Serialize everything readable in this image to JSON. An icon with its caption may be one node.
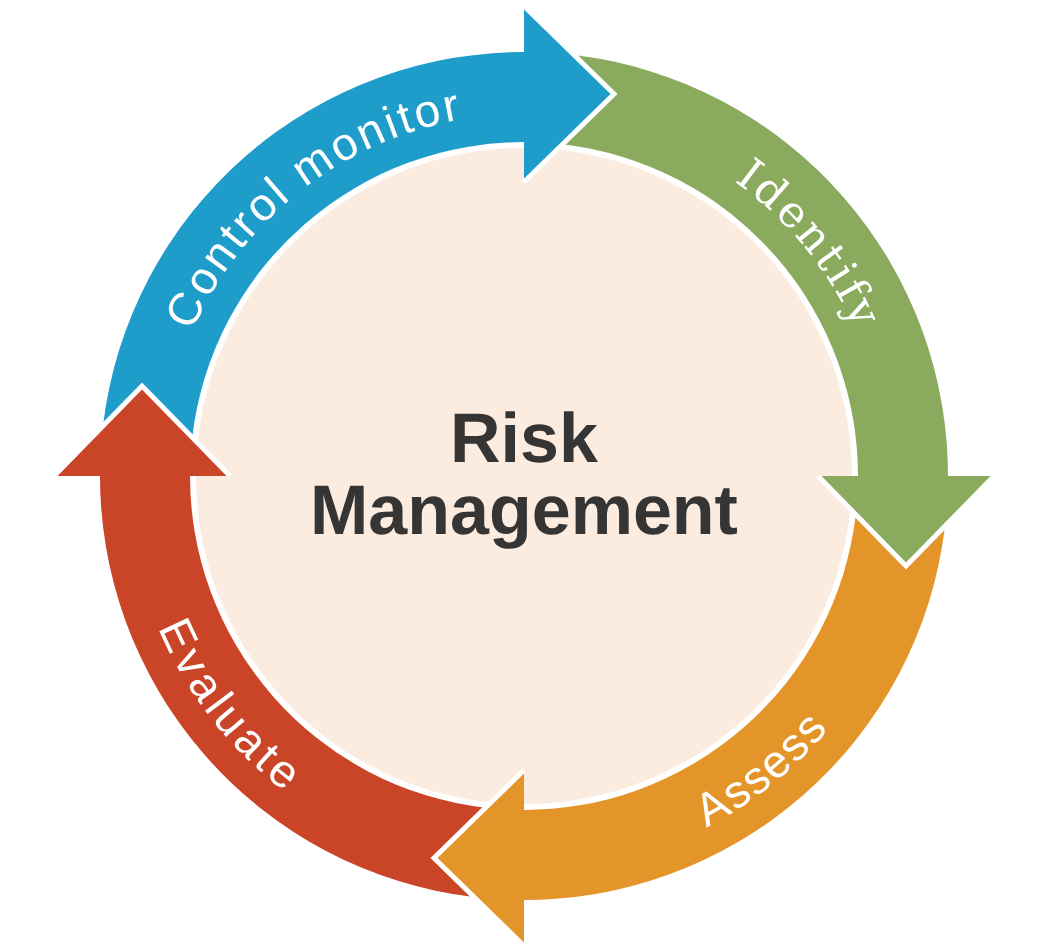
{
  "diagram": {
    "nodes": [
      {
        "text": [
          "Risk Management"
        ]
      },
      {
        "text": [
          "Control monitor"
        ]
      },
      {
        "text": [
          "Identify"
        ]
      },
      {
        "text": [
          "Assess"
        ]
      },
      {
        "text": [
          "Evaluate"
        ]
      }
    ],
    "edges": [
      {
        "from": 1,
        "to": 2,
        "arrow": "to",
        "color": "#1e9dcb"
      },
      {
        "from": 2,
        "to": 3,
        "arrow": "to",
        "color": "#8aab5e"
      },
      {
        "from": 3,
        "to": 4,
        "arrow": "to",
        "color": "#e4952a"
      },
      {
        "from": 4,
        "to": 1,
        "arrow": "to",
        "color": "#ca4427"
      }
    ]
  }
}
